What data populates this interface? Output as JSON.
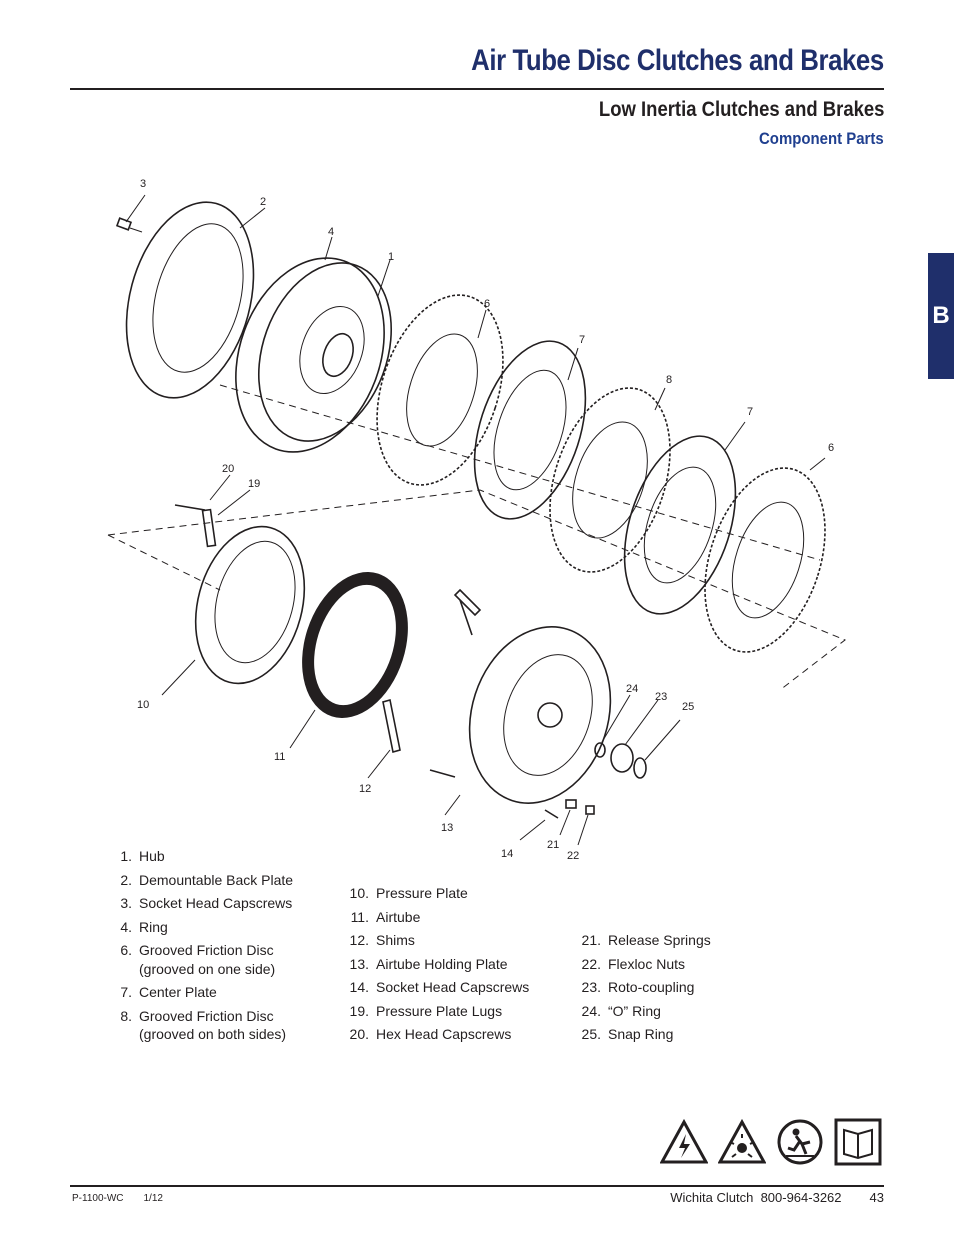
{
  "header": {
    "title": "Air Tube Disc Clutches and Brakes",
    "subtitle": "Low Inertia Clutches and Brakes",
    "section": "Component Parts",
    "tab_letter": "B"
  },
  "callouts": [
    "3",
    "2",
    "4",
    "1",
    "6",
    "7",
    "8",
    "7",
    "6",
    "20",
    "19",
    "10",
    "11",
    "12",
    "13",
    "14",
    "21",
    "22",
    "24",
    "23",
    "25"
  ],
  "parts_col1": [
    {
      "num": "1.",
      "name": "Hub"
    },
    {
      "num": "2.",
      "name": "Demountable Back Plate"
    },
    {
      "num": "3.",
      "name": "Socket Head Capscrews"
    },
    {
      "num": "4.",
      "name": "Ring"
    },
    {
      "num": "6.",
      "name": "Grooved Friction Disc",
      "note": "(grooved on one side)"
    },
    {
      "num": "7.",
      "name": "Center Plate"
    },
    {
      "num": "8.",
      "name": "Grooved Friction Disc",
      "note": "(grooved on both sides)"
    }
  ],
  "parts_col2": [
    {
      "num": "10.",
      "name": "Pressure Plate"
    },
    {
      "num": "11.",
      "name": "Airtube"
    },
    {
      "num": "12.",
      "name": "Shims"
    },
    {
      "num": "13.",
      "name": "Airtube Holding Plate"
    },
    {
      "num": "14.",
      "name": "Socket Head Capscrews"
    },
    {
      "num": "19.",
      "name": "Pressure Plate Lugs"
    },
    {
      "num": "20.",
      "name": "Hex Head Capscrews"
    }
  ],
  "parts_col3": [
    {
      "num": "21.",
      "name": "Release Springs"
    },
    {
      "num": "22.",
      "name": "Flexloc Nuts"
    },
    {
      "num": "23.",
      "name": "Roto-coupling"
    },
    {
      "num": "24.",
      "name": "“O” Ring"
    },
    {
      "num": "25.",
      "name": "Snap Ring"
    }
  ],
  "safety_icons": [
    "electrical-hazard-icon",
    "flying-debris-icon",
    "slip-hazard-icon",
    "read-manual-icon"
  ],
  "footer": {
    "doc_code": "P-1100-WC",
    "date": "1/12",
    "company": "Wichita Clutch",
    "phone": "800-964-3262",
    "page": "43"
  },
  "colors": {
    "navy": "#1f2f6b",
    "blue": "#1f3f8f",
    "ink": "#231f20"
  }
}
